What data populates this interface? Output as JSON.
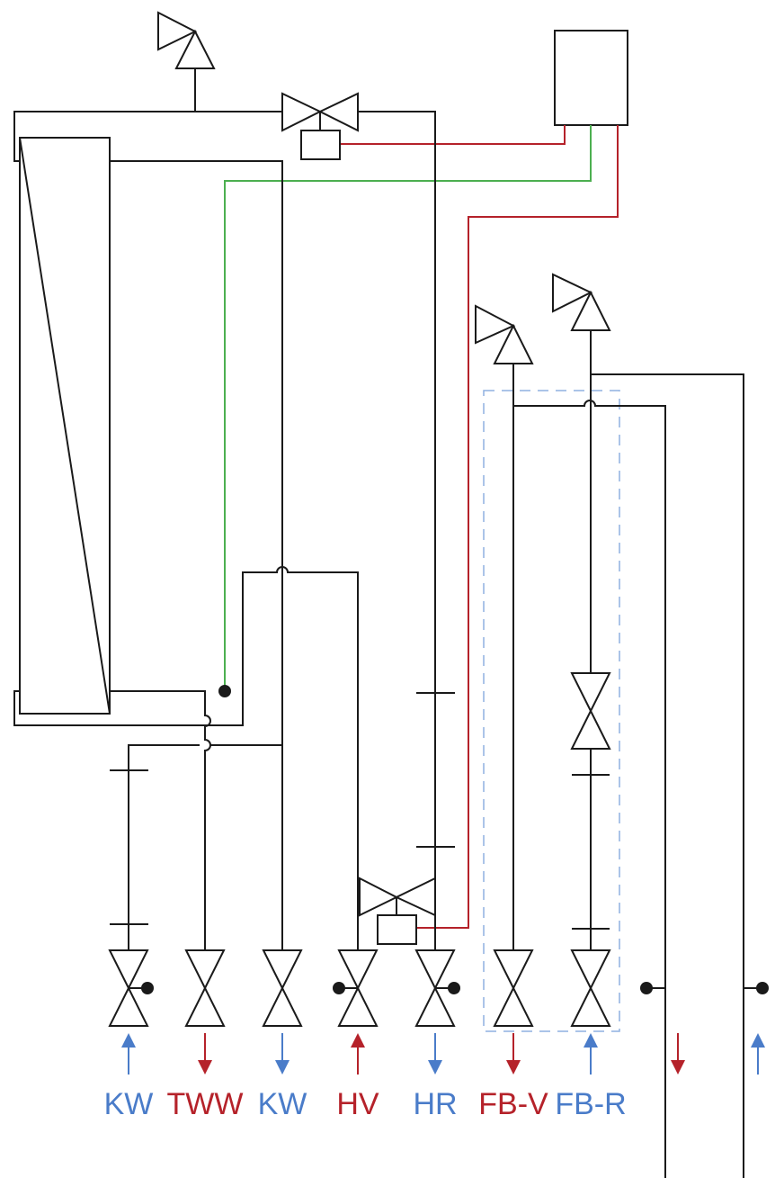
{
  "colors": {
    "line": "#1a1a1a",
    "red": "#b5222a",
    "green": "#4caf50",
    "blue": "#4a7cc9",
    "dashed_box": "#8fb1e0"
  },
  "labels": [
    {
      "text": "KW",
      "color": "blue",
      "flow": "up"
    },
    {
      "text": "TWW",
      "color": "red",
      "flow": "down"
    },
    {
      "text": "KW",
      "color": "blue",
      "flow": "down"
    },
    {
      "text": "HV",
      "color": "red",
      "flow": "up"
    },
    {
      "text": "HR",
      "color": "blue",
      "flow": "down"
    },
    {
      "text": "FB-V",
      "color": "red",
      "flow": "down"
    },
    {
      "text": "FB-R",
      "color": "blue",
      "flow": "up"
    }
  ],
  "extra_flows": [
    {
      "color": "red",
      "flow": "down"
    },
    {
      "color": "blue",
      "flow": "up"
    }
  ],
  "icons": [
    "safety-valve-icon",
    "three-way-valve-icon",
    "actuator-icon",
    "controller-box-icon",
    "shutoff-valve-icon",
    "pipe-union-icon"
  ]
}
